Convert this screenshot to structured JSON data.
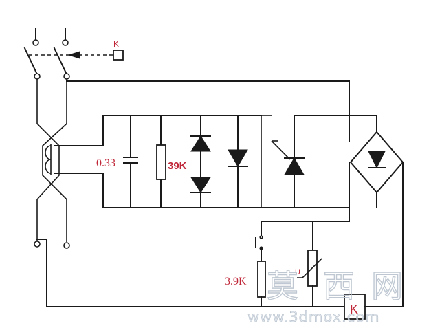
{
  "labels": {
    "relay_top": "K",
    "relay_bottom": "K",
    "capacitor": "0.33",
    "resistor_39k": "39K",
    "resistor_3_9k": "3.9K",
    "varistor": "U"
  },
  "watermark": {
    "characters": [
      "莫",
      "西",
      "网"
    ],
    "url": "www.3dmox.com"
  },
  "colors": {
    "line": "#1a1a1a",
    "label": "#c0283a",
    "watermark": "#b9c3ce"
  }
}
